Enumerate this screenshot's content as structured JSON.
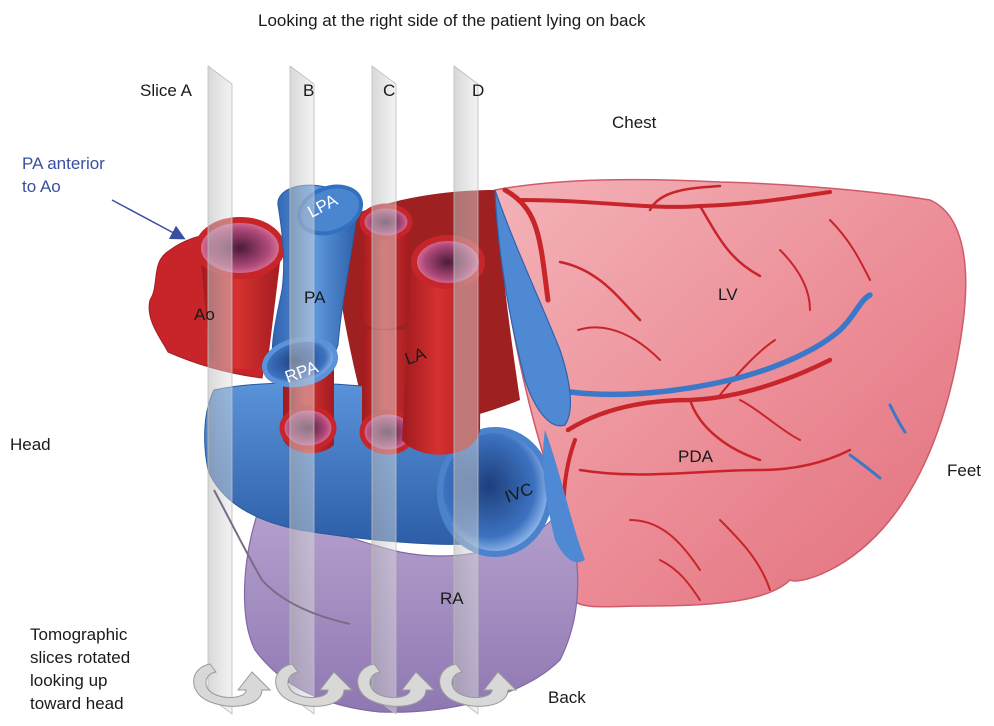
{
  "title": "Looking at the right side of the patient lying on back",
  "orientation": {
    "chest": "Chest",
    "head": "Head",
    "feet": "Feet",
    "back": "Back"
  },
  "slices": [
    "Slice A",
    "B",
    "C",
    "D"
  ],
  "annotation": {
    "line1": "PA anterior",
    "line2": "to Ao"
  },
  "structures": {
    "ao": "Ao",
    "pa": "PA",
    "lpa": "LPA",
    "rpa": "RPA",
    "la": "LA",
    "lv": "LV",
    "pda": "PDA",
    "ivc": "IVC",
    "ra": "RA"
  },
  "caption": {
    "line1": "Tomographic",
    "line2": "slices rotated",
    "line3": "looking up",
    "line4": "toward head"
  },
  "colors": {
    "artery_red": "#c8252a",
    "vein_blue": "#3b78c8",
    "lv_pink": "#ec8f98",
    "ra_purple": "#a893c4",
    "slice_grey": "#c8c8c8",
    "annotation_blue": "#3a4fa0"
  }
}
